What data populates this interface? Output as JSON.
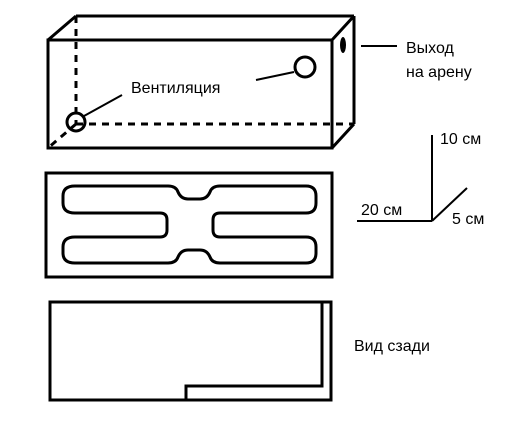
{
  "labels": {
    "ventilation": "Вентиляция",
    "exit_line1": "Выход",
    "exit_line2": "на арену",
    "dim_height": "10 см",
    "dim_length": "20 см",
    "dim_depth": "5 см",
    "rear_view": "Вид сзади"
  },
  "colors": {
    "stroke": "#000000",
    "background": "#ffffff"
  }
}
